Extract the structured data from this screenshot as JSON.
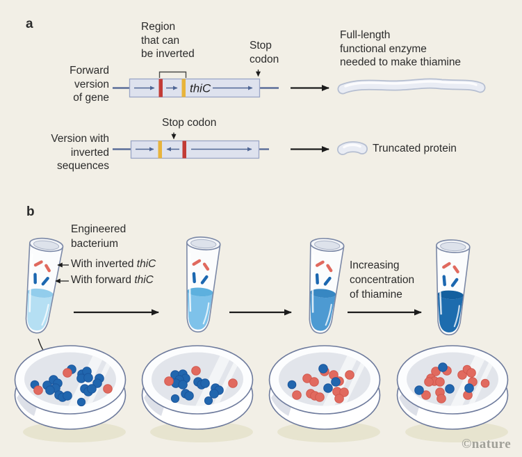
{
  "panel_a": {
    "label": "a",
    "gene_name": "thiC",
    "region_label": [
      "Region",
      "that can",
      "be inverted"
    ],
    "stop_codon_label_row1": [
      "Stop",
      "codon"
    ],
    "forward_label": [
      "Forward",
      "version",
      "of gene"
    ],
    "full_length_label": [
      "Full-length",
      "functional enzyme",
      "needed to make thiamine"
    ],
    "version_label": [
      "Version with",
      "inverted",
      "sequences"
    ],
    "stop_codon_label_row2": "Stop codon",
    "truncated_label": "Truncated protein"
  },
  "panel_b": {
    "label": "b",
    "engineered_label": [
      "Engineered",
      "bacterium"
    ],
    "inverted_tag": {
      "prefix": "With inverted ",
      "gene": "thiC"
    },
    "forward_tag": {
      "prefix": "With forward ",
      "gene": "thiC"
    },
    "increasing_label": [
      "Increasing",
      "concentration",
      "of thiamine"
    ],
    "tubes": [
      {
        "name": "tube-1",
        "liquid": "#b5dff3",
        "surface": "#92cdec"
      },
      {
        "name": "tube-2",
        "liquid": "#7ec2ea",
        "surface": "#5db0de"
      },
      {
        "name": "tube-3",
        "liquid": "#4d9ad2",
        "surface": "#3787c2"
      },
      {
        "name": "tube-4",
        "liquid": "#1d6cae",
        "surface": "#14609f"
      }
    ],
    "dishes": [
      {
        "colonies": [
          [
            -51,
            7,
            "b",
            5.8
          ],
          [
            -33,
            8,
            "b"
          ],
          [
            -24,
            0,
            "b"
          ],
          [
            -18,
            5,
            "b"
          ],
          [
            -21,
            12,
            "b"
          ],
          [
            -29,
            15,
            "b"
          ],
          [
            2,
            -15,
            "b"
          ],
          [
            17,
            -8,
            "b"
          ],
          [
            24,
            -12,
            "b"
          ],
          [
            16,
            -2,
            "b"
          ],
          [
            26,
            -3,
            "b"
          ],
          [
            42,
            -2,
            "b"
          ],
          [
            39,
            5,
            "b"
          ],
          [
            21,
            13,
            "b"
          ],
          [
            26,
            17,
            "b"
          ],
          [
            31,
            13,
            "b"
          ],
          [
            -16,
            22,
            "b"
          ],
          [
            -11,
            25,
            "b"
          ],
          [
            -4,
            23,
            "b"
          ],
          [
            16,
            32,
            "b",
            5.6
          ],
          [
            -4,
            -10,
            "r"
          ],
          [
            -46,
            15,
            "r"
          ],
          [
            54,
            13,
            "r"
          ]
        ]
      },
      {
        "colonies": [
          [
            -32,
            -7,
            "b"
          ],
          [
            -21,
            -8,
            "b"
          ],
          [
            -17,
            -2,
            "b"
          ],
          [
            -26,
            0,
            "b"
          ],
          [
            -31,
            5,
            "b"
          ],
          [
            -21,
            7,
            "b"
          ],
          [
            1,
            3,
            "b"
          ],
          [
            6,
            7,
            "b"
          ],
          [
            11,
            5,
            "b"
          ],
          [
            26,
            12,
            "b"
          ],
          [
            31,
            15,
            "b"
          ],
          [
            24,
            20,
            "b"
          ],
          [
            -17,
            20,
            "b"
          ],
          [
            -12,
            23,
            "b"
          ],
          [
            -32,
            27,
            "b",
            5.6
          ],
          [
            16,
            30,
            "b",
            5.6
          ],
          [
            -2,
            -13,
            "r"
          ],
          [
            -41,
            2,
            "r"
          ],
          [
            51,
            5,
            "r"
          ]
        ]
      },
      {
        "colonies": [
          [
            0,
            -12,
            "r"
          ],
          [
            13,
            -7,
            "r"
          ],
          [
            -25,
            -2,
            "r"
          ],
          [
            -15,
            3,
            "r"
          ],
          [
            21,
            2,
            "r"
          ],
          [
            36,
            -7,
            "r"
          ],
          [
            -40,
            22,
            "r"
          ],
          [
            -20,
            20,
            "r"
          ],
          [
            -14,
            23,
            "r"
          ],
          [
            -7,
            25,
            "r"
          ],
          [
            18,
            17,
            "r"
          ],
          [
            28,
            18,
            "r"
          ],
          [
            21,
            27,
            "r"
          ],
          [
            -47,
            7,
            "b",
            5.8
          ],
          [
            -2,
            -16,
            "b"
          ],
          [
            16,
            3,
            "b"
          ],
          [
            5,
            12,
            "b"
          ]
        ]
      },
      {
        "colonies": [
          [
            -24,
            -12,
            "r"
          ],
          [
            -8,
            -13,
            "r"
          ],
          [
            -31,
            -2,
            "r"
          ],
          [
            -26,
            2,
            "r"
          ],
          [
            -34,
            3,
            "r"
          ],
          [
            -18,
            3,
            "r"
          ],
          [
            -38,
            22,
            "r"
          ],
          [
            -18,
            18,
            "r"
          ],
          [
            -16,
            27,
            "r"
          ],
          [
            14,
            -7,
            "r"
          ],
          [
            21,
            -15,
            "r",
            5.8
          ],
          [
            27,
            -10,
            "r"
          ],
          [
            29,
            3,
            "r"
          ],
          [
            22,
            22,
            "r"
          ],
          [
            47,
            5,
            "r",
            5.8
          ],
          [
            -14,
            -18,
            "b"
          ],
          [
            -48,
            15,
            "b"
          ],
          [
            -4,
            13,
            "b"
          ],
          [
            24,
            12,
            "b"
          ]
        ]
      }
    ]
  },
  "footer": {
    "credit": "©nature"
  },
  "colors": {
    "background": "#f2efe6",
    "text": "#2b2b2b",
    "gene_box_fill": "#dee2ee",
    "gene_box_stroke": "#9aa6c6",
    "segment_red": "#c23b36",
    "segment_yellow": "#e8b43c",
    "dna_line": "#5a6d98",
    "arrow_black": "#1c1c1c",
    "red_bacteria": "#e0695e",
    "blue_bacteria": "#1b67b0",
    "blue_colony": "#2166ae",
    "blue_colony_edge": "#1a559c",
    "red_colony": "#e16a5f",
    "red_colony_edge": "#d0584e",
    "agar": "#e2e5eb",
    "dish_stroke": "#6d7a9c",
    "dish_shadow": "#e7e4cf",
    "credit": "#a1a199"
  }
}
